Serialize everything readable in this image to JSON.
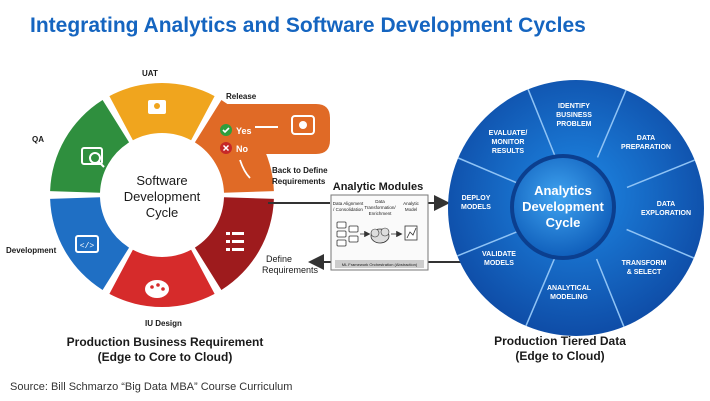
{
  "title": "Integrating Analytics and Software Development Cycles",
  "sdc": {
    "center_lines": [
      "Software",
      "Development",
      "Cycle"
    ],
    "segments": [
      {
        "label": "UAT",
        "color": "#f0a51e"
      },
      {
        "label": "Release",
        "color": "#e06a26"
      },
      {
        "label": "",
        "color": "#9e1b1d"
      },
      {
        "label": "IU Design",
        "color": "#d62b2b"
      },
      {
        "label": "Development",
        "color": "#1f6fc4"
      },
      {
        "label": "QA",
        "color": "#2f8f3e"
      }
    ],
    "release_options": {
      "yes": "Yes",
      "no": "No"
    },
    "caption_lines": [
      "Production Business Requirement",
      "(Edge to Core to Cloud)"
    ]
  },
  "connectors": {
    "back_to_define": [
      "Back to Define",
      "Requirements"
    ],
    "define": [
      "Define",
      "Requirements"
    ]
  },
  "analytic_modules": {
    "title": "Analytic Modules",
    "col1": [
      "Data Alignment",
      "/ Consolidation"
    ],
    "col2": [
      "Data",
      "Transformation/",
      "Enrichment"
    ],
    "col3": [
      "Analytic",
      "Model"
    ],
    "footer": "ML Framework Orchestration (Abstraction)"
  },
  "adc": {
    "center_lines": [
      "Analytics",
      "Development",
      "Cycle"
    ],
    "segments": [
      [
        "IDENTIFY",
        "BUSINESS",
        "PROBLEM"
      ],
      [
        "DATA",
        "PREPARATION"
      ],
      [
        "DATA",
        "EXPLORATION"
      ],
      [
        "TRANSFORM",
        "& SELECT"
      ],
      [
        "ANALYTICAL",
        "MODELING"
      ],
      [
        "VALIDATE",
        "MODELS"
      ],
      [
        "DEPLOY",
        "MODELS"
      ],
      [
        "EVALUATE/",
        "MONITOR",
        "RESULTS"
      ]
    ],
    "caption_lines": [
      "Production Tiered Data",
      "(Edge to Cloud)"
    ]
  },
  "source": "Source: Bill Schmarzo “Big Data MBA” Course Curriculum"
}
